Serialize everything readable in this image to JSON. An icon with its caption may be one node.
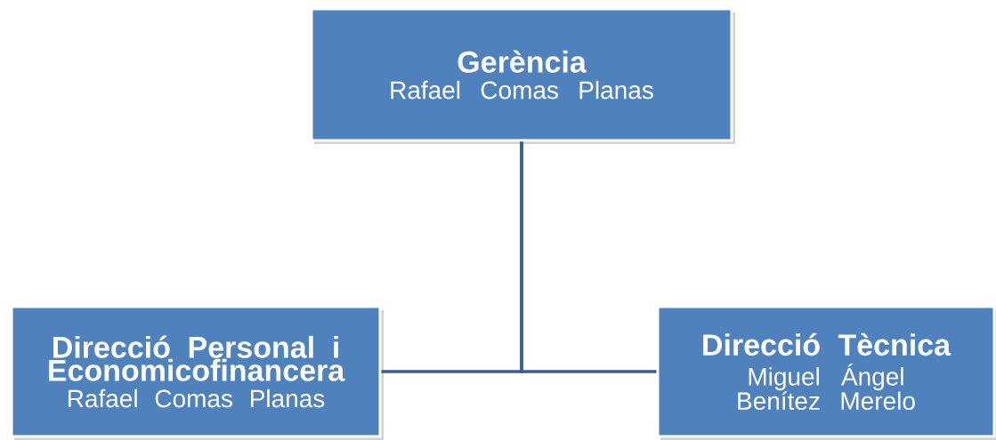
{
  "diagram": {
    "nodes": [
      {
        "text": [
          "Gerència",
          "Rafael Comas Planas"
        ]
      },
      {
        "text": [
          "Direcció Personal i Economicofinancera",
          "Rafael Comas Planas"
        ]
      },
      {
        "text": [
          "Direcció Tècnica",
          "Miguel Ángel Benítez Merelo"
        ]
      }
    ],
    "edges": [
      {
        "from": 0,
        "to": 1,
        "arrow": "none"
      },
      {
        "from": 0,
        "to": 2,
        "arrow": "none"
      }
    ]
  }
}
